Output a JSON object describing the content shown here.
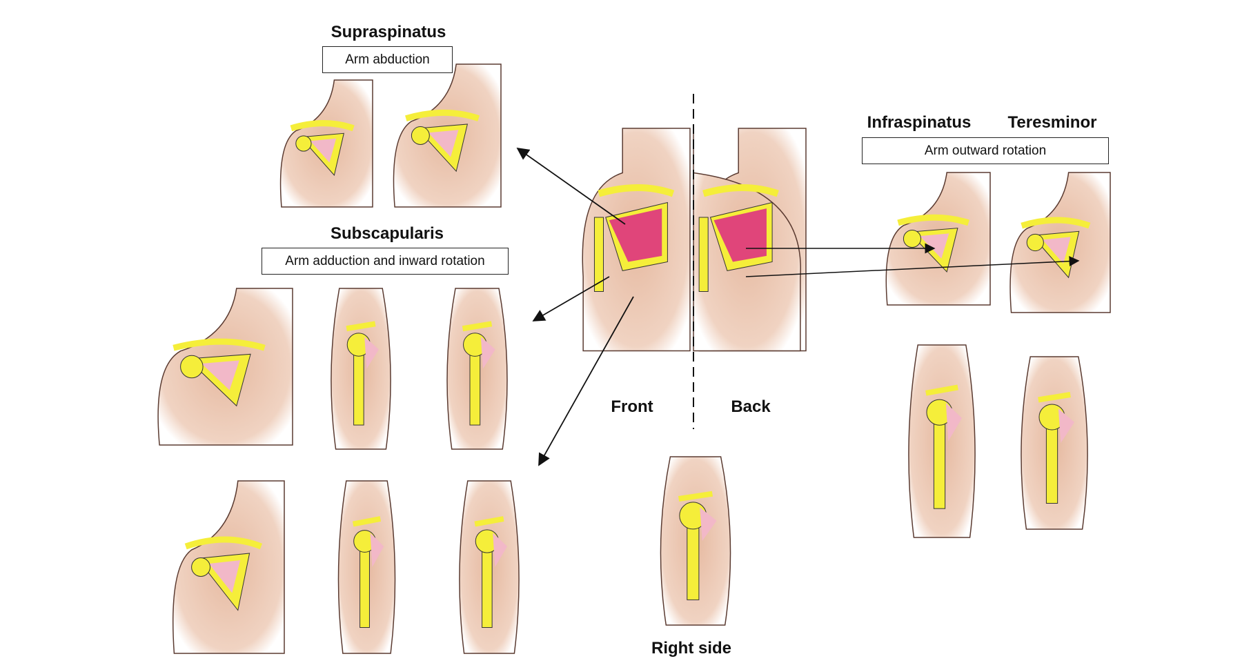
{
  "supraspinatus": {
    "title": "Supraspinatus",
    "action": "Arm abduction"
  },
  "subscapularis": {
    "title": "Subscapularis",
    "action": "Arm adduction and inward rotation"
  },
  "infraspinatus": {
    "title": "Infraspinatus"
  },
  "teres_minor": {
    "title": "Teresminor"
  },
  "outward": {
    "action": "Arm outward rotation"
  },
  "center": {
    "front": "Front",
    "back": "Back",
    "right_side": "Right side"
  },
  "colors": {
    "skin": "#e9c4ae",
    "bone": "#f5ee3a",
    "muscle": "#e0457a",
    "tendon": "#9fd0e6"
  }
}
